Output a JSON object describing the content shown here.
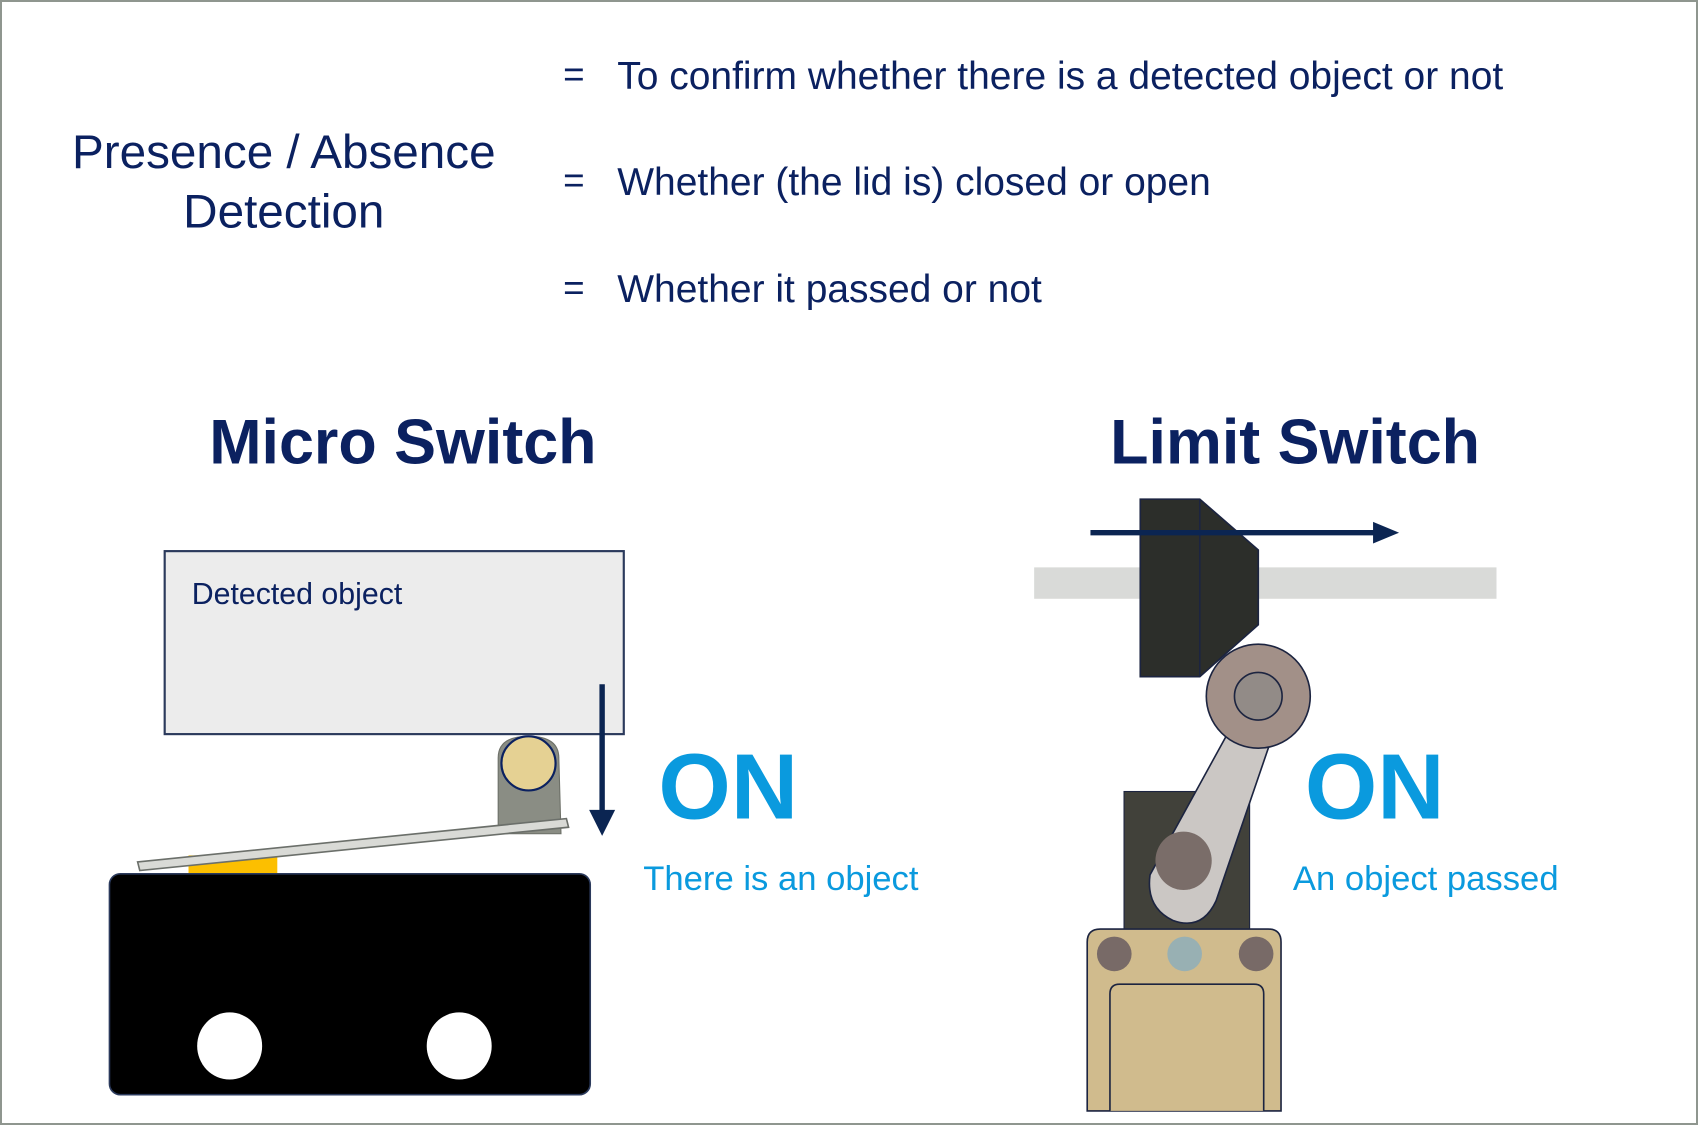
{
  "header": {
    "concept_line1": "Presence / Absence",
    "concept_line2": "Detection",
    "equals_symbol": "=",
    "definitions": [
      "To confirm whether there is a detected object or not",
      "Whether (the lid is) closed or open",
      "Whether it passed or not"
    ]
  },
  "micro_switch": {
    "title": "Micro Switch",
    "object_label": "Detected object",
    "state": "ON",
    "state_caption": "There is an object"
  },
  "limit_switch": {
    "title": "Limit Switch",
    "state": "ON",
    "state_caption": "An object passed"
  },
  "colors": {
    "navy_text": "#0b2160",
    "accent_blue": "#0a9ade",
    "object_fill": "#ececec",
    "switch_body": "#000000",
    "actuator_yellow": "#fcbf00",
    "roller_tan": "#e5d193",
    "limit_base": "#d0bb8d",
    "limit_block": "#2c2e2a",
    "rail_gray": "#d9dad8"
  }
}
